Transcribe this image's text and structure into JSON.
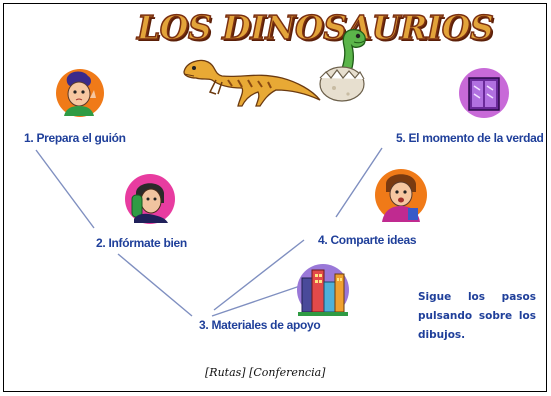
{
  "title": "LOS DINOSAURIOS",
  "steps": [
    {
      "label": "1. Prepara el guión"
    },
    {
      "label": "2. Infórmate bien"
    },
    {
      "label": "3. Materiales de apoyo"
    },
    {
      "label": "4. Comparte ideas"
    },
    {
      "label": "5. El momento de la verdad"
    }
  ],
  "hint": "Sigue los pasos pulsando sobre los dibujos.",
  "footer": {
    "rutas": "[Rutas]",
    "conferencia": "[Conferencia]"
  },
  "colors": {
    "label": "#1f3f9a",
    "title_fill": "#e3a43a",
    "title_stroke": "#7a2f10",
    "line": "#7f8fc0"
  },
  "icons": [
    "dinosaur-icon",
    "hatchling-egg-icon",
    "person-thinking-icon",
    "person-phone-icon",
    "city-buildings-icon",
    "person-talking-icon",
    "window-glass-icon"
  ]
}
